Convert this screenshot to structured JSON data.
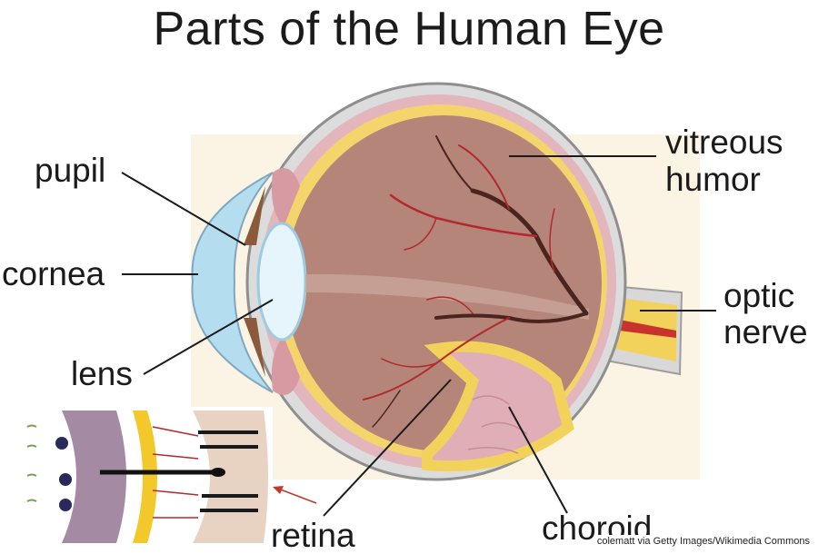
{
  "title": "Parts of the Human Eye",
  "labels": {
    "pupil": "pupil",
    "cornea": "cornea",
    "lens": "lens",
    "vitreous_line1": "vitreous",
    "vitreous_line2": "humor",
    "optic_line1": "optic",
    "optic_line2": "nerve",
    "retina": "retina",
    "choroid": "choroid"
  },
  "credit": "colematt via Getty Images/Wikimedia Commons",
  "colors": {
    "eye_interior": "#b48578",
    "sclera": "#dfdfdf",
    "choroid": "#e2b2b9",
    "retina_layer": "#f4d86a",
    "cornea": "#b7dff0",
    "lens": "#e4f4fb",
    "iris": "#8a5a3a",
    "vessels": "#b4282e",
    "vessel_dark": "#5a2820",
    "background_panel": "#fbf3e3"
  }
}
